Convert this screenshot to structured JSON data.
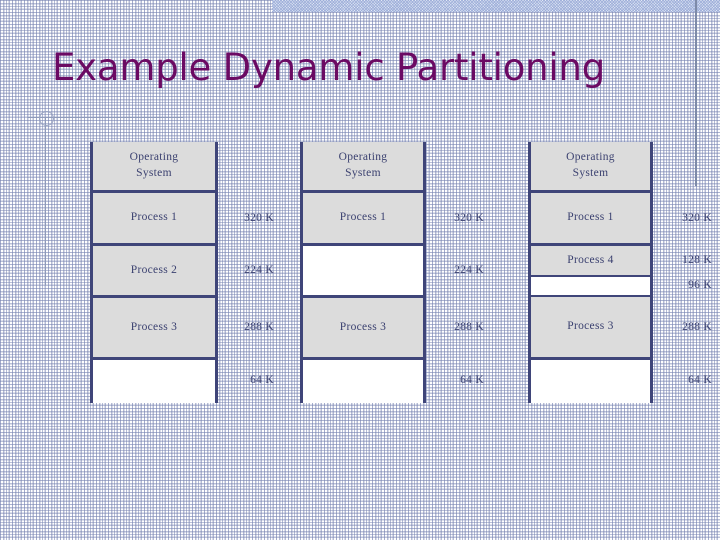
{
  "slide": {
    "title": "Example Dynamic Partitioning",
    "accent_color": "#6b0a63",
    "border_color": "#3f4579",
    "block_fill": "#dcdcdc",
    "text_color": "#3b4170"
  },
  "columns": [
    {
      "name": "stage-1",
      "blocks": [
        {
          "label": "Operating\nSystem",
          "size": "",
          "state": "filled"
        },
        {
          "label": "Process 1",
          "size": "320 K",
          "state": "filled"
        },
        {
          "label": "Process 2",
          "size": "224 K",
          "state": "filled"
        },
        {
          "label": "Process 3",
          "size": "288 K",
          "state": "filled"
        },
        {
          "label": "",
          "size": "64 K",
          "state": "empty"
        }
      ]
    },
    {
      "name": "stage-2",
      "blocks": [
        {
          "label": "Operating\nSystem",
          "size": "",
          "state": "filled"
        },
        {
          "label": "Process 1",
          "size": "320 K",
          "state": "filled"
        },
        {
          "label": "",
          "size": "224 K",
          "state": "empty"
        },
        {
          "label": "Process 3",
          "size": "288 K",
          "state": "filled"
        },
        {
          "label": "",
          "size": "64 K",
          "state": "empty"
        }
      ]
    },
    {
      "name": "stage-3",
      "blocks": [
        {
          "label": "Operating\nSystem",
          "size": "",
          "state": "filled"
        },
        {
          "label": "Process 1",
          "size": "320 K",
          "state": "filled"
        },
        {
          "label": "Process 4",
          "size": "128 K",
          "state": "filled"
        },
        {
          "label": "",
          "size": "96 K",
          "state": "empty"
        },
        {
          "label": "Process 3",
          "size": "288 K",
          "state": "filled"
        },
        {
          "label": "",
          "size": "64 K",
          "state": "empty"
        }
      ]
    }
  ]
}
